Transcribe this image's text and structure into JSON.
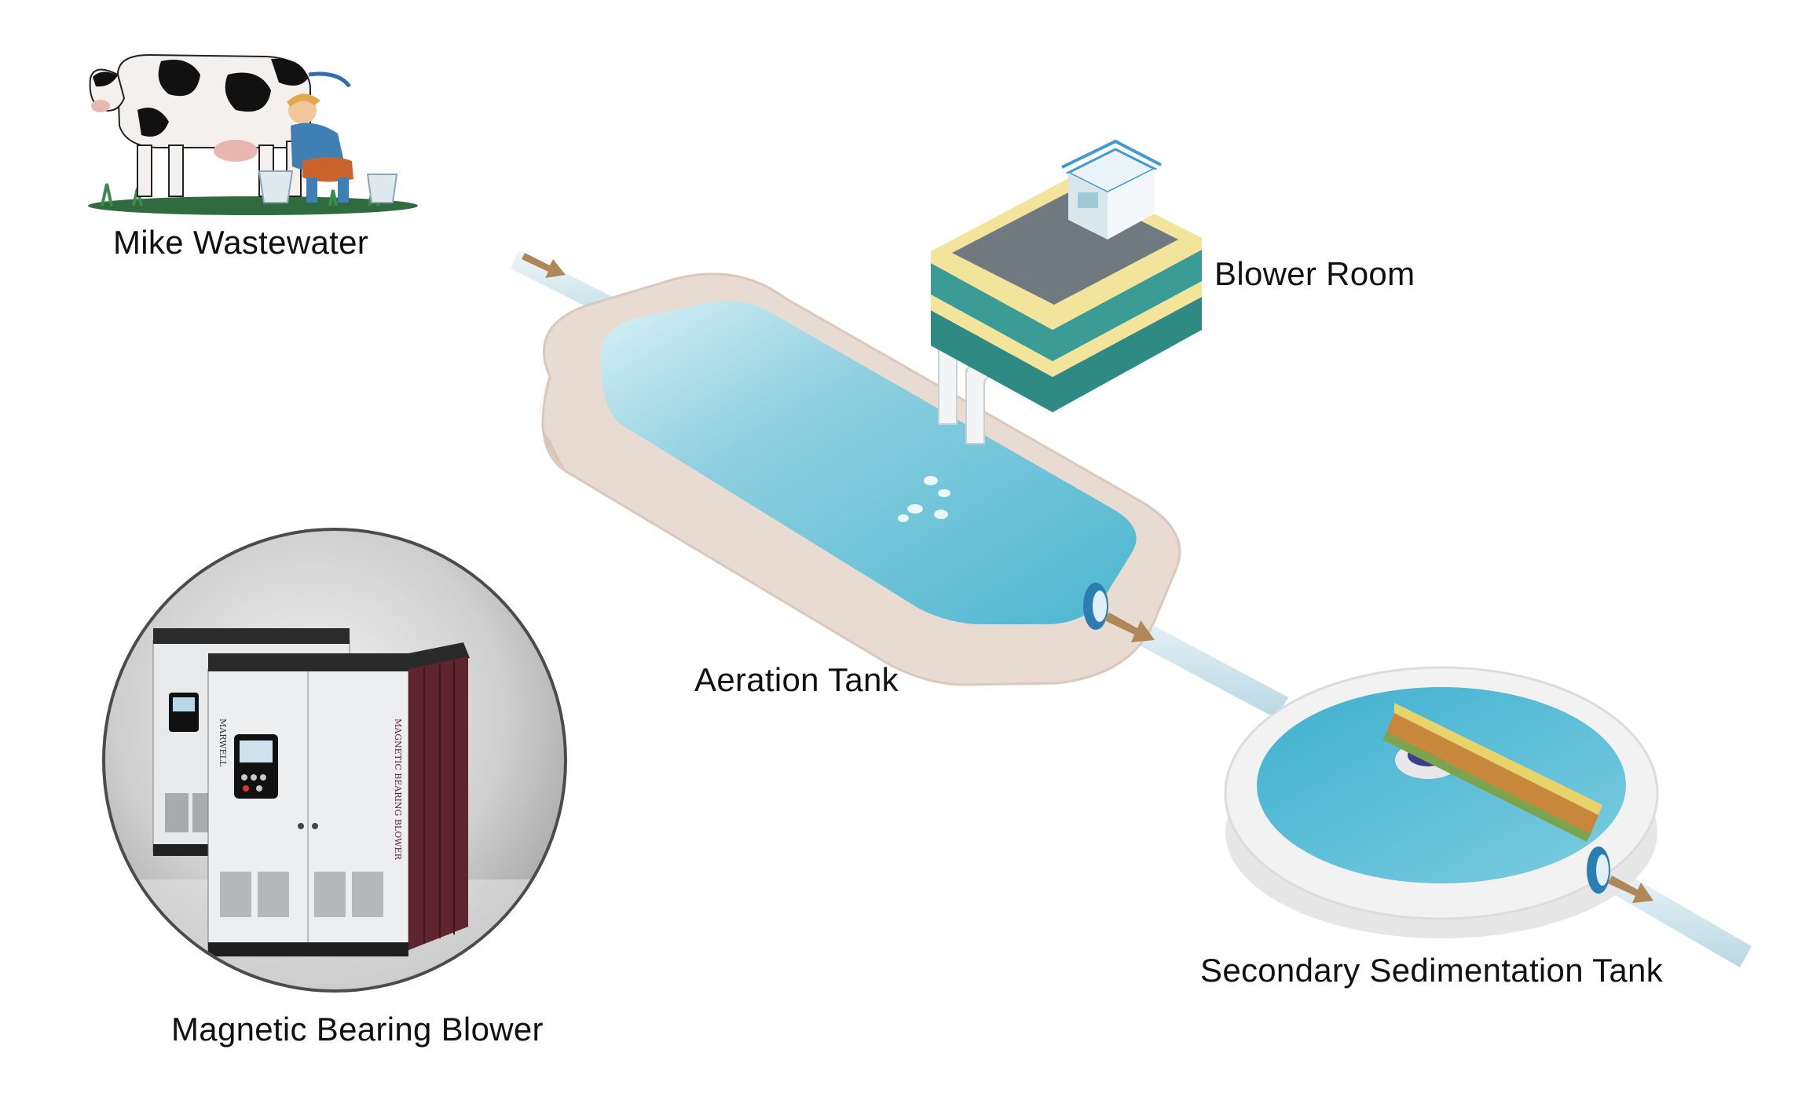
{
  "labels": {
    "milk_wastewater": "Mike Wastewater",
    "blower_room": "Blower Room",
    "aeration_tank": "Aeration Tank",
    "secondary_sedimentation_tank": "Secondary Sedimentation Tank",
    "magnetic_bearing_blower": "Magnetic Bearing Blower"
  },
  "product_markings": {
    "brand": "MARWELL",
    "side_text": "MAGNETIC BEARING BLOWER"
  },
  "colors": {
    "water": "#7cc7dc",
    "tank_rim": "#efe3da",
    "pipe": "#d4e6ee",
    "flow_arrow": "#b08858",
    "blower_room_teal": "#2f8a84",
    "blower_room_yellow": "#f2e49a",
    "cabinet_body": "#eceef0",
    "cabinet_side": "#5e2430"
  }
}
